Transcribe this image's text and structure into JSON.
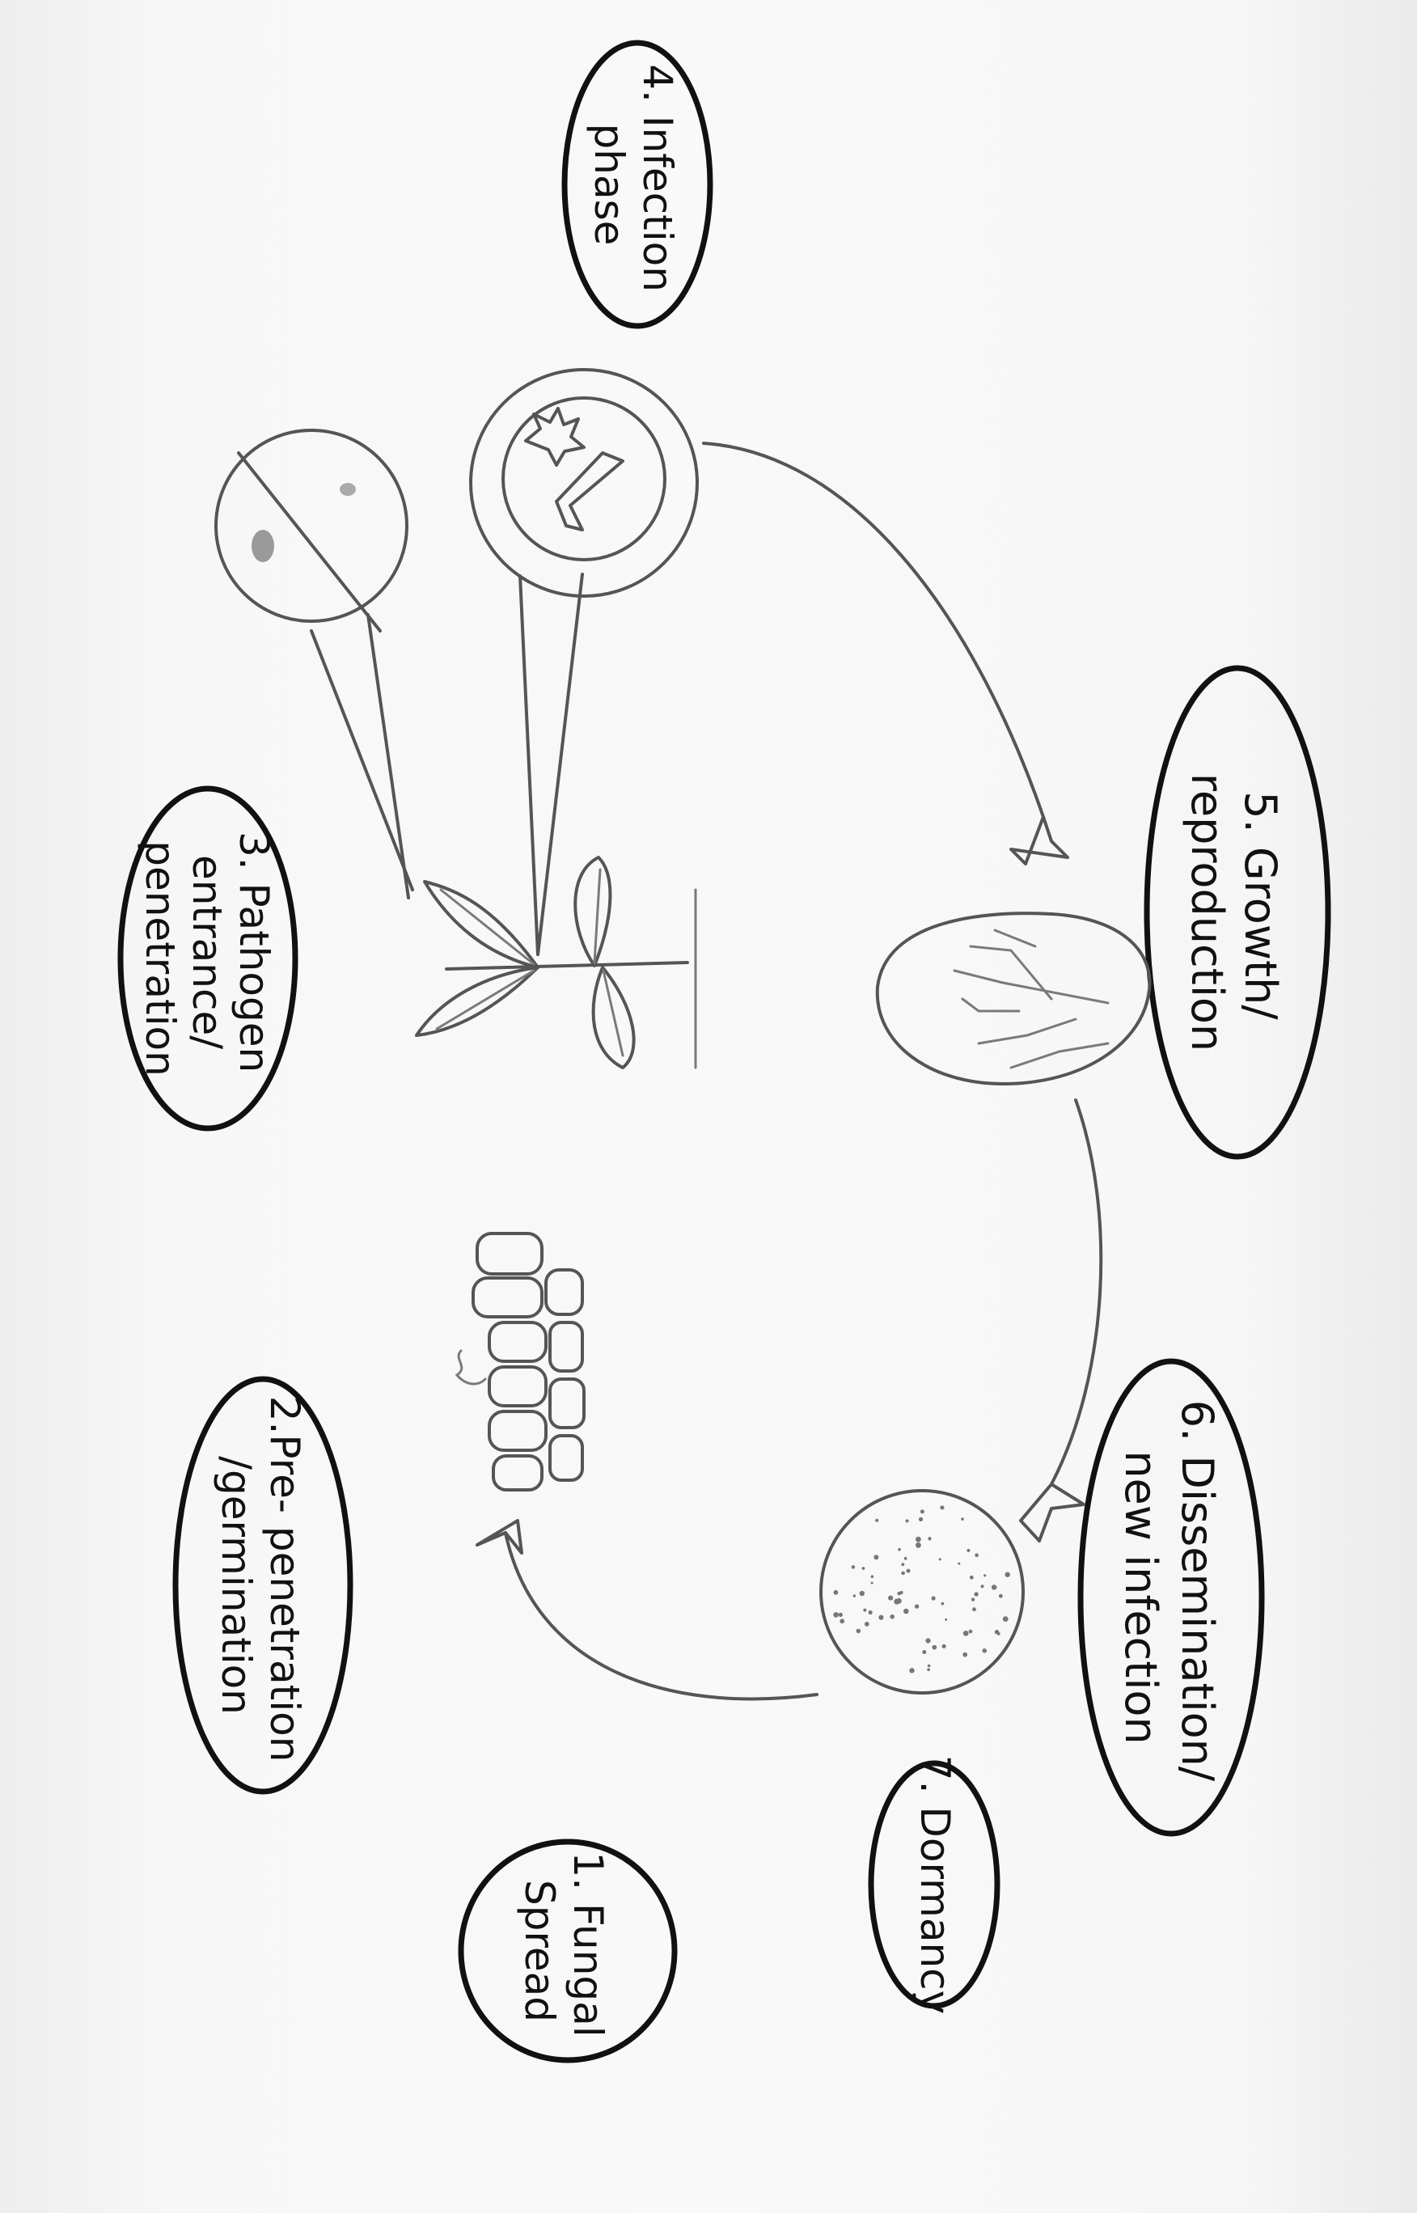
{
  "stages": [
    {
      "id": "fungal-spread",
      "lines": [
        "1. Fungal",
        "Spread"
      ]
    },
    {
      "id": "pre-penetration",
      "lines": [
        "2.Pre- penetration",
        "/germination"
      ]
    },
    {
      "id": "pathogen-entrance",
      "lines": [
        "3. Pathogen",
        "entrance/",
        "penetration"
      ]
    },
    {
      "id": "infection-phase",
      "lines": [
        "4. Infection",
        "phase"
      ]
    },
    {
      "id": "growth-reproduction",
      "lines": [
        "5. Growth/",
        "reproduction"
      ]
    },
    {
      "id": "dissemination",
      "lines": [
        "6. Dissemination/",
        "new infection"
      ]
    },
    {
      "id": "dormancy",
      "lines": [
        "7. Dormancy"
      ]
    }
  ]
}
